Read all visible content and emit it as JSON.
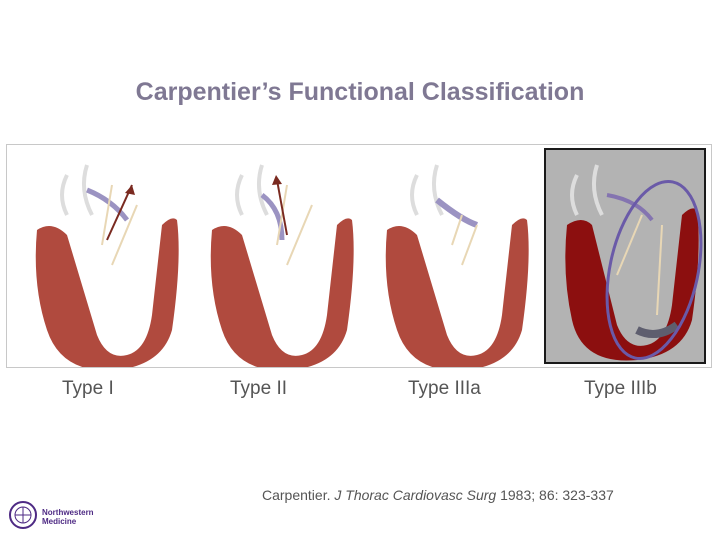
{
  "slide": {
    "title": "Carpentier’s Functional Classification"
  },
  "figure": {
    "panels": [
      {
        "label": "Type I"
      },
      {
        "label": "Type II"
      },
      {
        "label": "Type IIIa"
      },
      {
        "label": "Type IIIb"
      }
    ],
    "highlight_color": "#6a5aa8",
    "muscle_color": "#b04a3e",
    "ischemic_muscle_color": "#8c0f0f"
  },
  "citation": {
    "authors": "Carpentier.",
    "journal": "J Thorac Cardiovasc Surg",
    "details": "1983; 86: 323-337"
  },
  "logo": {
    "line1": "Northwestern",
    "line2": "Medicine"
  }
}
